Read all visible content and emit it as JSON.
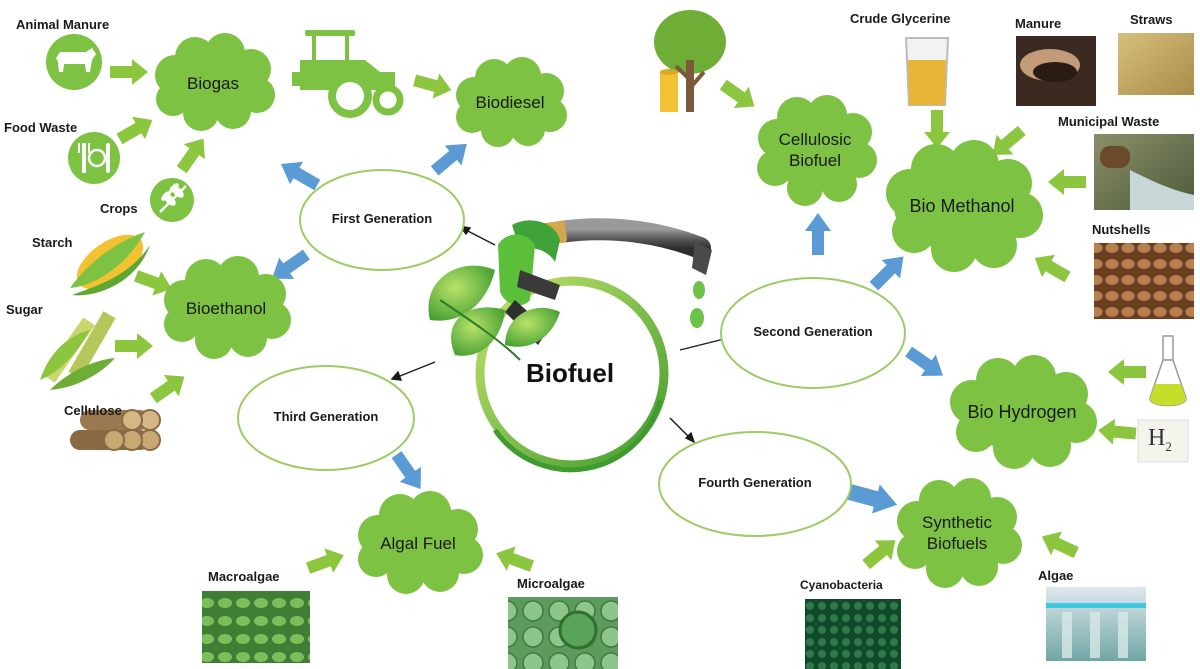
{
  "center": {
    "title": "Biofuel"
  },
  "generations": {
    "first": "First Generation",
    "second": "Second Generation",
    "third": "Third Generation",
    "fourth": "Fourth Generation"
  },
  "fuels": {
    "biogas": "Biogas",
    "biodiesel": "Biodiesel",
    "bioethanol": "Bioethanol",
    "cellulosic_1": "Cellulosic",
    "cellulosic_2": "Biofuel",
    "bio_methanol": "Bio Methanol",
    "bio_hydrogen": "Bio Hydrogen",
    "algal_fuel": "Algal Fuel",
    "synthetic_1": "Synthetic",
    "synthetic_2": "Biofuels"
  },
  "sources": {
    "animal_manure": "Animal Manure",
    "food_waste": "Food Waste",
    "crops": "Crops",
    "starch": "Starch",
    "sugar": "Sugar",
    "cellulose": "Cellulose",
    "crude_glycerine": "Crude Glycerine",
    "manure": "Manure",
    "straws": "Straws",
    "municipal_waste": "Municipal Waste",
    "nutshells": "Nutshells",
    "h2": "H",
    "h2_sub": "2",
    "macroalgae": "Macroalgae",
    "microalgae": "Microalgae",
    "cyanobacteria": "Cyanobacteria",
    "algae": "Algae"
  },
  "colors": {
    "cloud": "#7dc242",
    "arrow_green": "#8cc63f",
    "arrow_blue": "#5b9bd5",
    "ring": "#8dc63f",
    "ellipse_stroke": "#9ccc65"
  }
}
